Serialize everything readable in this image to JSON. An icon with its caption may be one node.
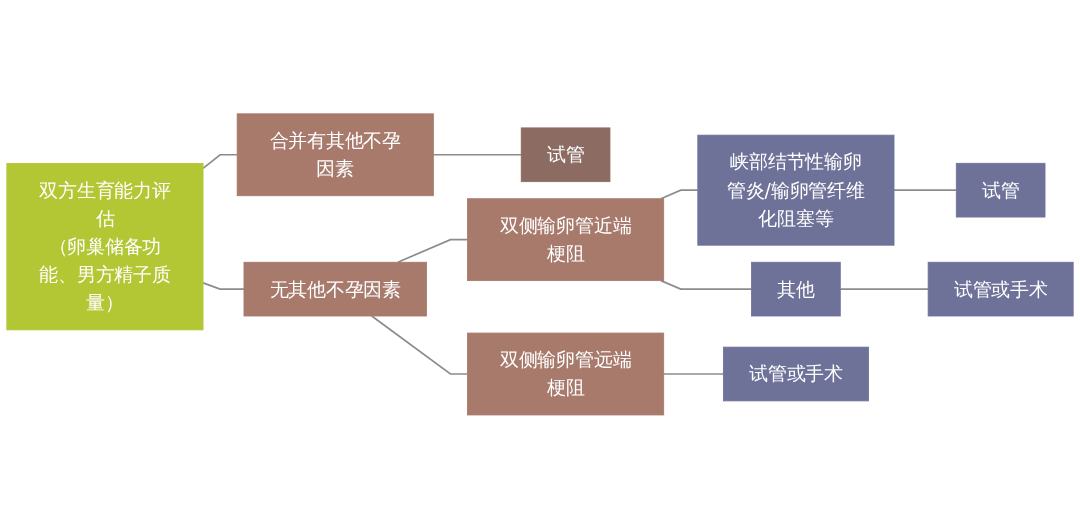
{
  "diagram": {
    "nodes": [
      {
        "text": [
          "双方生育能力评估",
          "（卵巢储备功能、男方精子质量）"
        ]
      },
      {
        "text": [
          "合并有其他不孕因素"
        ]
      },
      {
        "text": [
          "试管"
        ]
      },
      {
        "text": [
          "无其他不孕因素"
        ]
      },
      {
        "text": [
          "双侧输卵管近端梗阻"
        ]
      },
      {
        "text": [
          "峡部结节性输卵管炎/输卵管纤维化阻塞等"
        ]
      },
      {
        "text": [
          "试管"
        ]
      },
      {
        "text": [
          "其他"
        ]
      },
      {
        "text": [
          "试管或手术"
        ]
      },
      {
        "text": [
          "双侧输卵管远端梗阻"
        ]
      },
      {
        "text": [
          "试管或手术"
        ]
      }
    ],
    "edges": [
      {
        "from": 0,
        "to": 1,
        "arrow": "none"
      },
      {
        "from": 0,
        "to": 3,
        "arrow": "none"
      },
      {
        "from": 1,
        "to": 2,
        "arrow": "none"
      },
      {
        "from": 3,
        "to": 4,
        "arrow": "none"
      },
      {
        "from": 3,
        "to": 9,
        "arrow": "none"
      },
      {
        "from": 4,
        "to": 5,
        "arrow": "none"
      },
      {
        "from": 4,
        "to": 7,
        "arrow": "none"
      },
      {
        "from": 5,
        "to": 6,
        "arrow": "none"
      },
      {
        "from": 7,
        "to": 8,
        "arrow": "none"
      },
      {
        "from": 9,
        "to": 10,
        "arrow": "none"
      }
    ]
  }
}
